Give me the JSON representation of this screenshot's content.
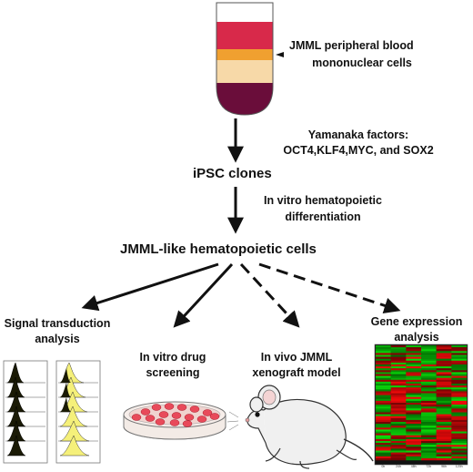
{
  "labels": {
    "blood": [
      "JMML peripheral blood",
      "mononuclear cells"
    ],
    "factors": [
      "Yamanaka factors:",
      "OCT4,KLF4,MYC, and SOX2"
    ],
    "ipsc": "iPSC clones",
    "differentiation": [
      "In vitro hematopoietic",
      "differentiation"
    ],
    "hematopoietic": "JMML-like hematopoietic cells",
    "signal": [
      "Signal transduction",
      "analysis"
    ],
    "drug": [
      "In vitro drug",
      "screening"
    ],
    "xenograft": [
      "In vivo JMML",
      "xenograft model"
    ],
    "gene": [
      "Gene expression",
      "analysis"
    ]
  },
  "colors": {
    "plasma": "#e8e2b0",
    "buffy_coat": "#f0a030",
    "rbc": "#d8294a",
    "bottom": "#6a0d3a",
    "upper_band": "#f7d9a8",
    "heatmap_red": "#e02a2a",
    "heatmap_green": "#20c020",
    "dish_cells": "#e84a5a",
    "histogram_dark": "#1a1a05",
    "histogram_yellow": "#f5f07a"
  },
  "heatmap_axis_ticks": [
    "0h",
    "24h",
    "48h",
    "72h",
    "96h",
    "120h"
  ],
  "arrows": {
    "solid": [
      "to-signal-transduction",
      "to-drug-screening"
    ],
    "dashed": [
      "to-xenograft",
      "to-gene-expression"
    ]
  }
}
